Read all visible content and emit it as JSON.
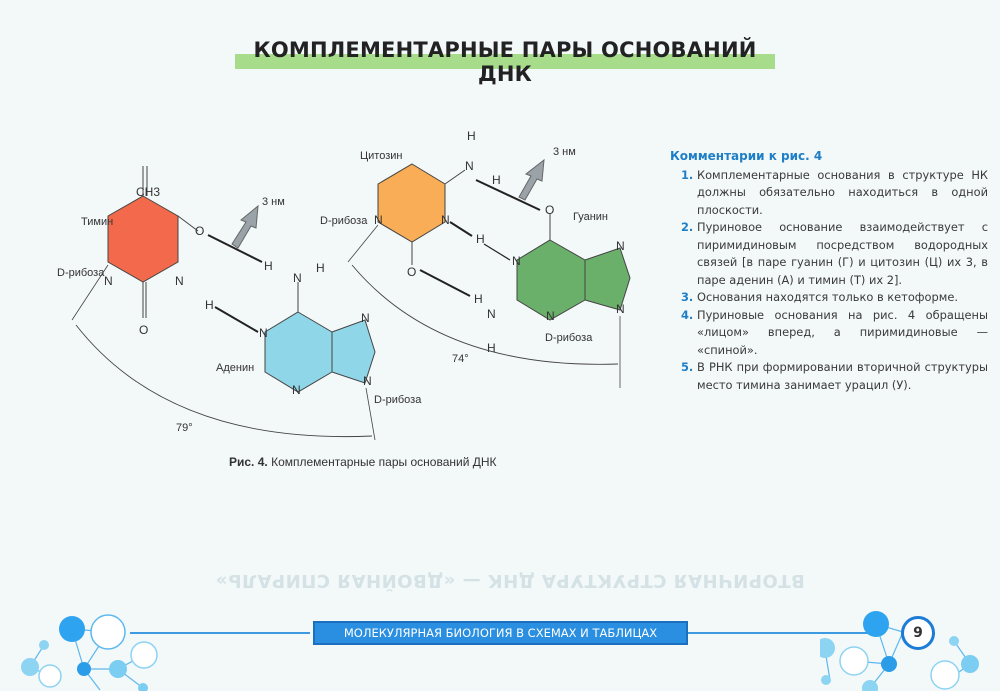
{
  "page": {
    "title": "КОМПЛЕМЕНТАРНЫЕ ПАРЫ ОСНОВАНИЙ ДНК",
    "accent_color": "#a6dc8a",
    "page_number": "9"
  },
  "figure": {
    "caption_label": "Рис. 4.",
    "caption_text": "Комплементарные пары оснований ДНК",
    "labels": {
      "thymine": "Тимин",
      "adenine": "Аденин",
      "cytosine": "Цитозин",
      "guanine": "Гуанин",
      "ribose": "D-рибоза",
      "ch3": "CH3",
      "distance_1": "3 нм",
      "distance_2": "3 нм",
      "angle_at": "79°",
      "angle_gc": "74°"
    },
    "colors": {
      "thymine": "#f26a4b",
      "adenine": "#8fd6e8",
      "cytosine": "#f8ad56",
      "guanine": "#6aaf6a",
      "arrow": "#9aa3a8"
    }
  },
  "comments": {
    "heading": "Комментарии к рис. 4",
    "items": [
      {
        "num": "1.",
        "text": "Комплементарные основания в структуре НК должны обязательно находиться в одной плоскости."
      },
      {
        "num": "2.",
        "text": "Пуриновое основание взаимодействует с пиримидиновым посредством водородных связей [в паре гуанин (Г) и цитозин (Ц) их 3, в паре аденин (А) и тимин (Т) их 2]."
      },
      {
        "num": "3.",
        "text": "Основания находятся только в кетоформе."
      },
      {
        "num": "4.",
        "text": "Пуриновые основания на рис. 4 обращены «лицом» вперед, а пиримидиновые — «спиной»."
      },
      {
        "num": "5.",
        "text": "В РНК при формировании вторичной структуры место тимина занимает урацил (У)."
      }
    ]
  },
  "ghost_text": "ВТОРИЧНАЯ СТРУКТУРА ДНК — «ДВОЙНАЯ СПИРАЛЬ»",
  "footer": {
    "band_text": "МОЛЕКУЛЯРНАЯ БИОЛОГИЯ В СХЕМАХ И ТАБЛИЦАХ",
    "band_color": "#2a8fe0"
  }
}
